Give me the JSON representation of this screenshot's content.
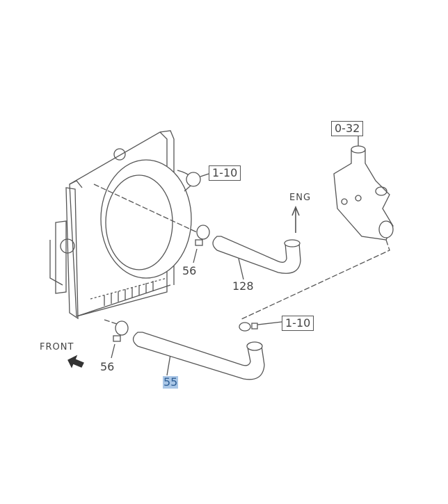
{
  "callouts": {
    "ref_0_32": "0-32",
    "ref_1_10_top": "1-10",
    "ref_1_10_bottom": "1-10",
    "part_56_upper": "56",
    "part_56_lower": "56",
    "part_128": "128",
    "part_55": "55"
  },
  "annotations": {
    "eng": "ENG",
    "front": "FRONT"
  },
  "colors": {
    "line": "#555555",
    "highlight_bg": "#a9c6e6",
    "highlight_text": "#2f5f95"
  }
}
